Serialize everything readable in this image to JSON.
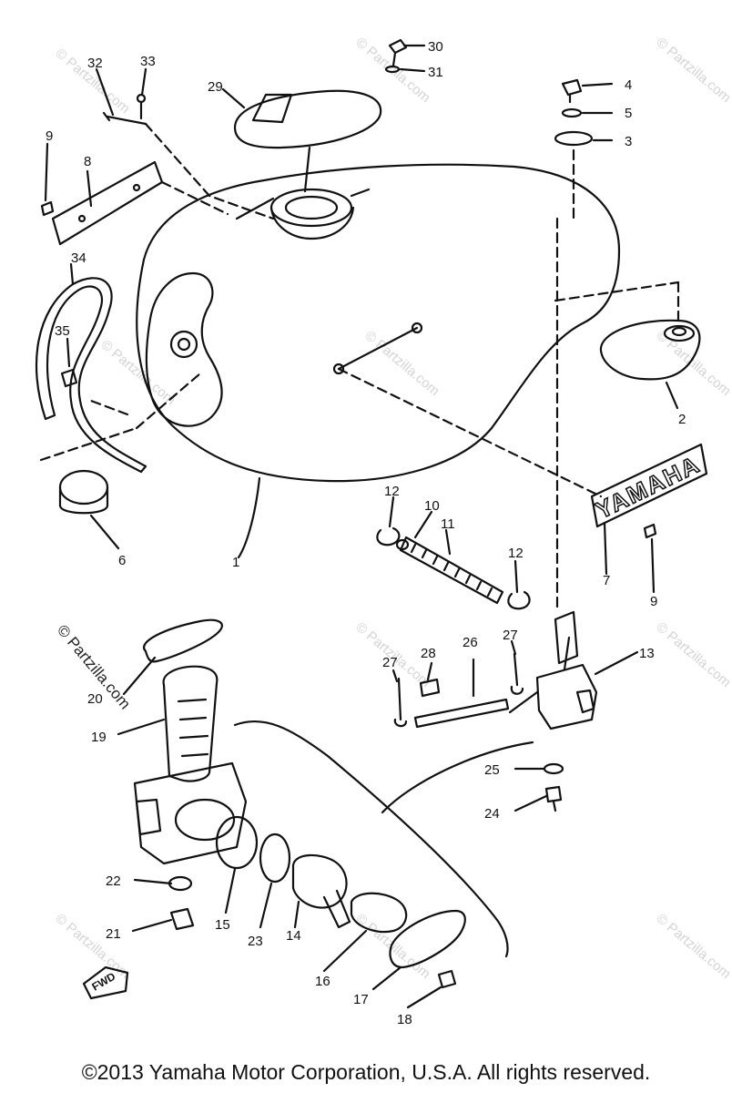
{
  "diagram": {
    "copyright": "©2013 Yamaha Motor Corporation, U.S.A. All rights reserved.",
    "watermark_side": "© Partzilla.com",
    "brand_emblem": "YAMAHA",
    "direction_tag": "FWD",
    "part_labels": [
      "1",
      "2",
      "3",
      "4",
      "5",
      "6",
      "7",
      "8",
      "9",
      "9",
      "10",
      "11",
      "12",
      "12",
      "13",
      "14",
      "15",
      "16",
      "17",
      "18",
      "19",
      "20",
      "21",
      "22",
      "23",
      "24",
      "25",
      "26",
      "27",
      "27",
      "28",
      "29",
      "30",
      "31",
      "32",
      "33",
      "34",
      "35"
    ]
  }
}
